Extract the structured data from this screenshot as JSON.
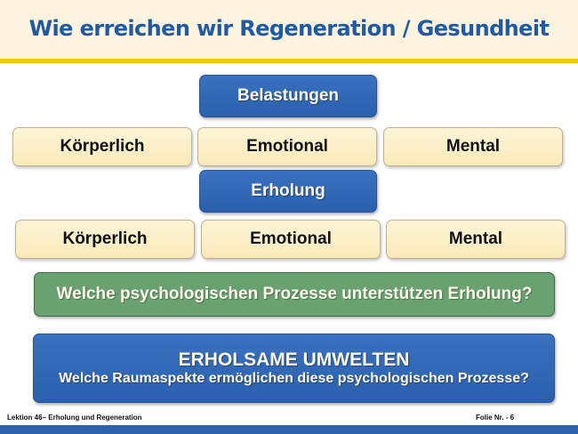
{
  "header": {
    "title": "Wie erreichen wir Regeneration / Gesundheit"
  },
  "colors": {
    "title": "#1f5aa6",
    "accent_rule": "#f7c600",
    "blue_box": "#2f66b3",
    "green_box": "#6aa171",
    "cream_box": "#fcefc8"
  },
  "belastungen": {
    "label": "Belastungen",
    "items": [
      "Körperlich",
      "Emotional",
      "Mental"
    ]
  },
  "erholung": {
    "label": "Erholung",
    "items": [
      "Körperlich",
      "Emotional",
      "Mental"
    ]
  },
  "question": "Welche psychologischen Prozesse unterstützen Erholung?",
  "environments": {
    "heading": "ERHOLSAME UMWELTEN",
    "subheading": "Welche Raumaspekte ermöglichen diese psychologischen Prozesse?"
  },
  "footer": {
    "left": "Lektion 46– Erholung und Regeneration",
    "right": "Folie Nr. - 6"
  }
}
